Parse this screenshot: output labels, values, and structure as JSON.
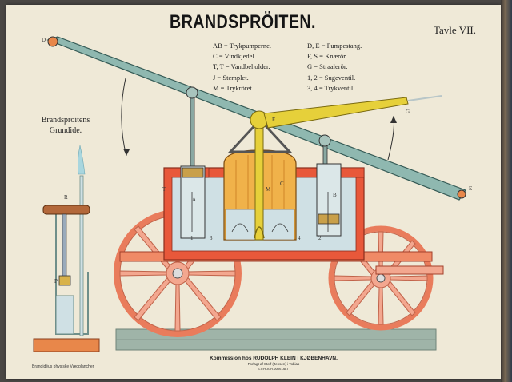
{
  "title": "BRANDSPRÖITEN.",
  "plate": "Tavle VII.",
  "legend_left": [
    "AB = Trykpumperne.",
    "C = Vindkjedel.",
    "T, T = Vandbeholder.",
    "J = Stemplet.",
    "M = Trykröret."
  ],
  "legend_right": [
    "D, E = Pumpestang.",
    "F, S = Knærör.",
    "G = Straalerör.",
    "1, 2 = Sugeventil.",
    "3, 4 = Trykventil."
  ],
  "side_title_1": "Brandspröitens",
  "side_title_2": "Grundide.",
  "labels": {
    "D": "D",
    "E": "E",
    "F": "F",
    "G": "G",
    "T": "T",
    "A": "A",
    "B": "B",
    "C": "C",
    "M": "M",
    "one": "1",
    "two": "2",
    "three": "3",
    "four": "4",
    "R": "R",
    "P": "P"
  },
  "footer_line1": "Kommission hos RUDOLPH KLEIN i KJØBENHAVN.",
  "footer_line2": "Forlagt af Stoff (Jensen) i Tobias",
  "footer_line3": "LITHOGR. ANSTALT",
  "credit": "Brandidéus physiske Vægplancher.",
  "colors": {
    "paper": "#efe9d7",
    "pump_rod": "#8fb8b0",
    "frame_red": "#e8583a",
    "wheel_salmon": "#f3a78f",
    "brass": "#e6d03a",
    "water_blue": "#cfe0e4"
  }
}
